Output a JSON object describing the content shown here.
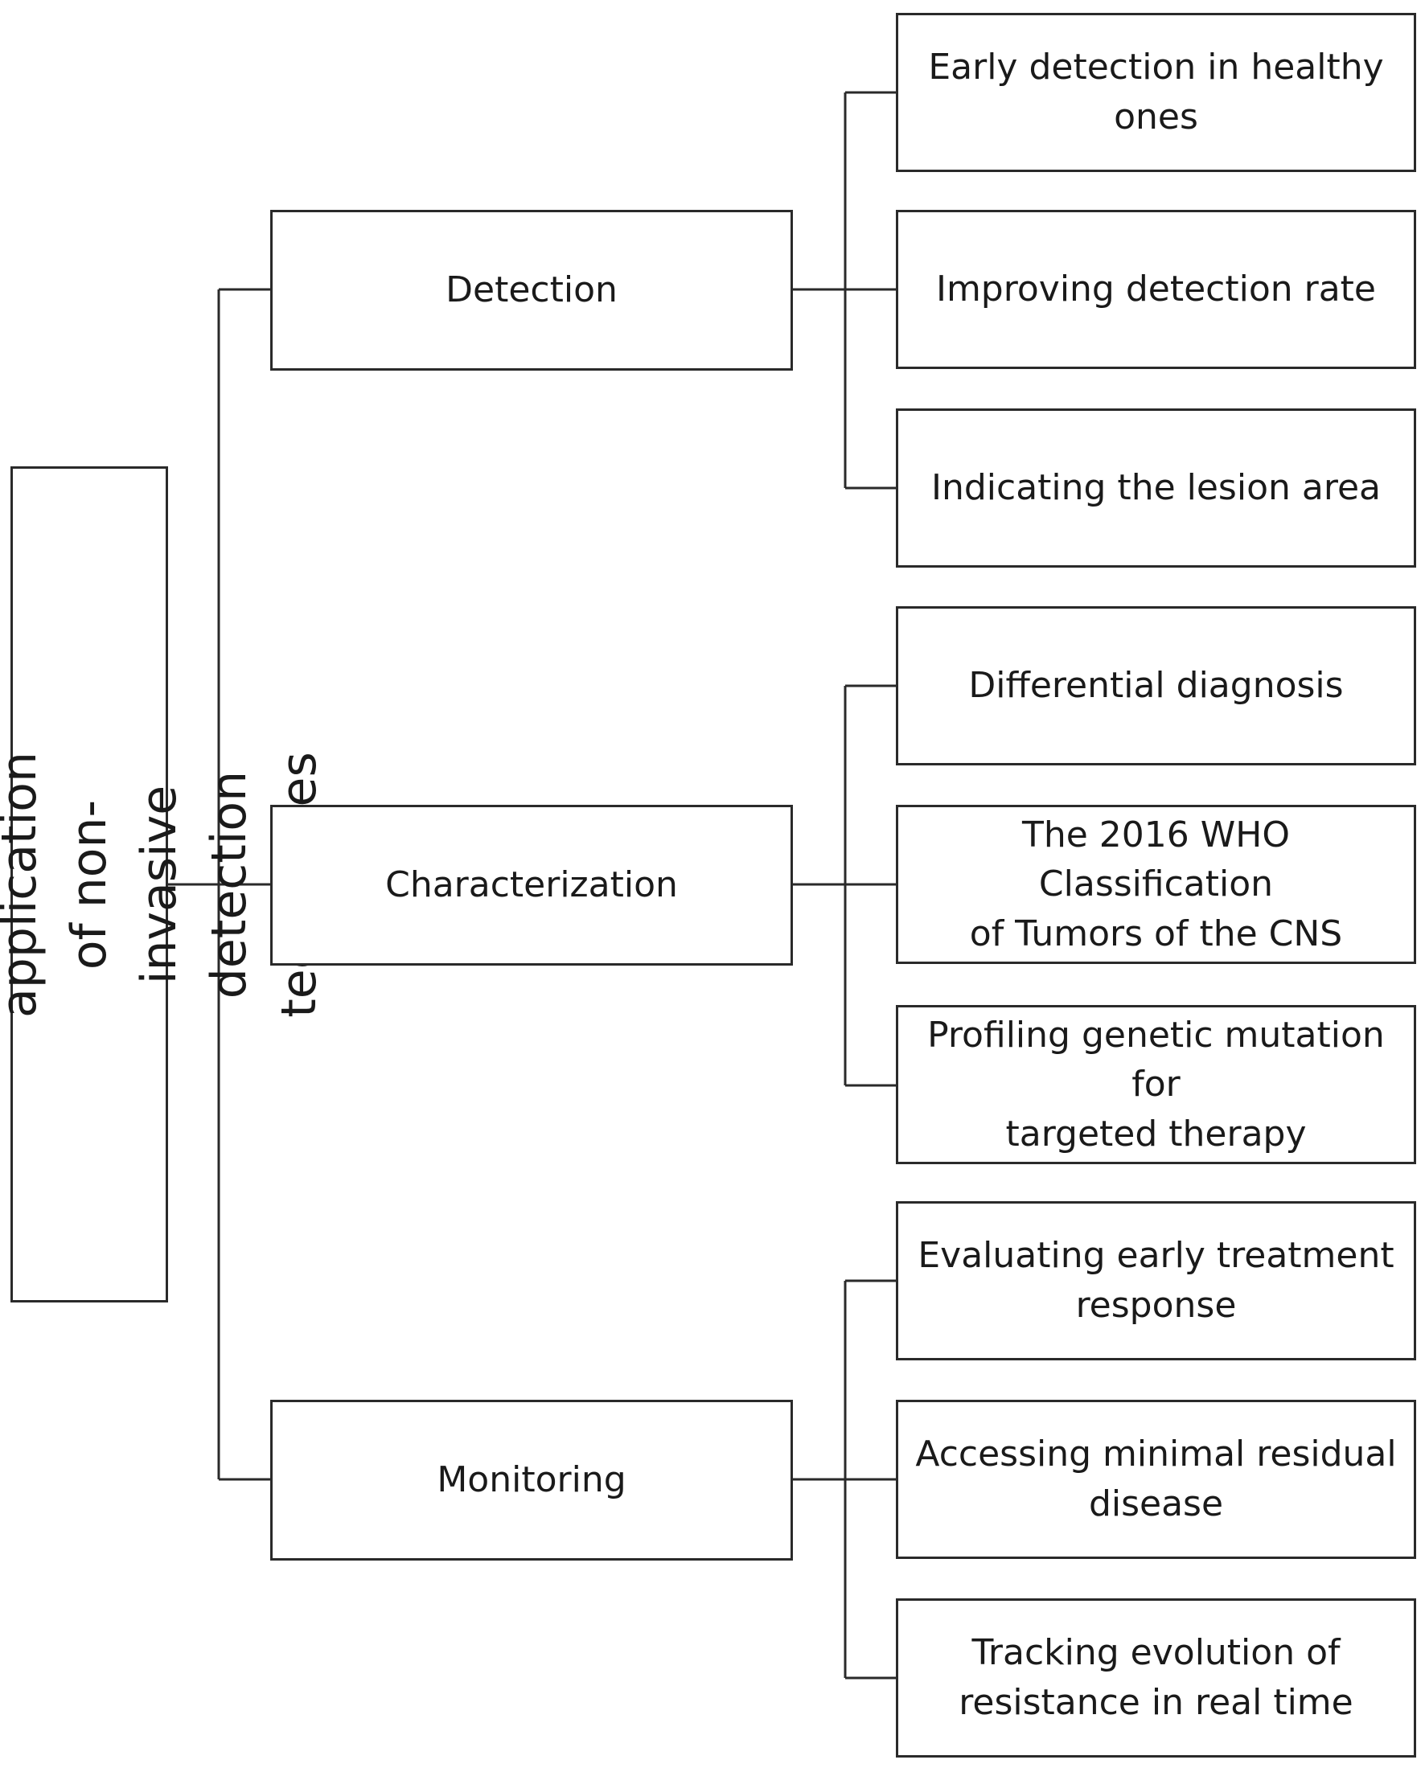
{
  "root": {
    "label": "The clinical application of non-\ninvasive detection techniques"
  },
  "categories": [
    {
      "label": "Detection",
      "items": [
        "Early detection in healthy\nones",
        "Improving detection rate",
        "Indicating the lesion area"
      ]
    },
    {
      "label": "Characterization",
      "items": [
        "Differential diagnosis",
        "The 2016 WHO Classification\nof Tumors of the CNS",
        "Profiling genetic mutation for\ntargeted therapy"
      ]
    },
    {
      "label": "Monitoring",
      "items": [
        "Evaluating early treatment\nresponse",
        "Accessing minimal residual\ndisease",
        "Tracking evolution of\nresistance in real time"
      ]
    }
  ]
}
